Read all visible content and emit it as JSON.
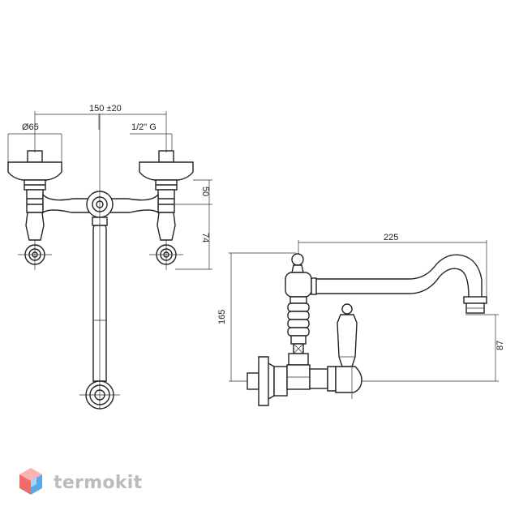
{
  "front_view": {
    "dim_spacing": "150 ±20",
    "dim_diameter": "Ø65",
    "dim_thread": "1/2\" G",
    "dim_height_upper": "50",
    "dim_height_lower": "74"
  },
  "side_view": {
    "dim_reach": "225",
    "dim_total_height": "165",
    "dim_spout_height": "87"
  },
  "brand": {
    "name": "termokit",
    "logo_colors": [
      "#f26b6b",
      "#5aa9e6",
      "#f8b4b4",
      "#a9d2f3"
    ]
  }
}
